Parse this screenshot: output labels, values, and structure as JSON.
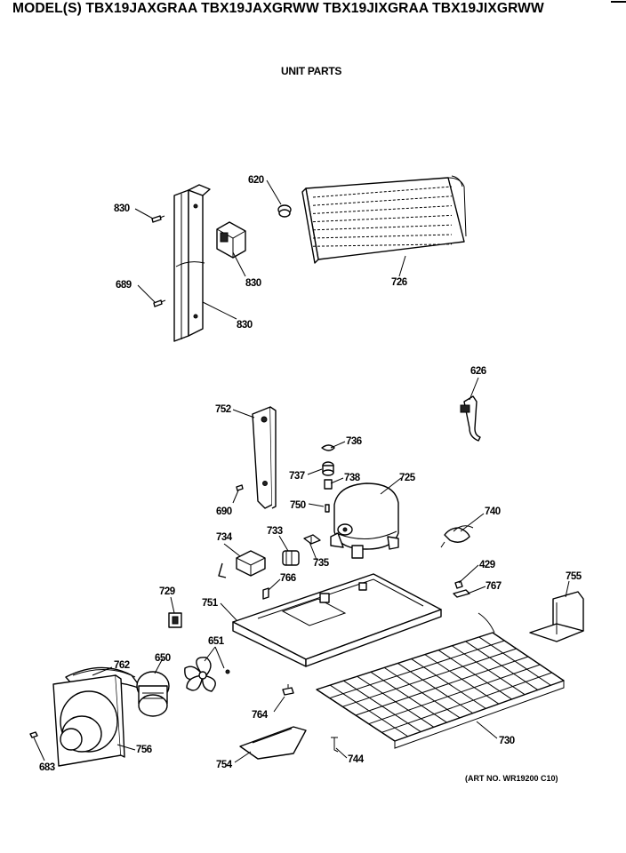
{
  "header": {
    "model_line": "MODEL(S) TBX19JAXGRAA TBX19JAXGRWW TBX19JIXGRAA TBX19JIXGRWW"
  },
  "section_title": "UNIT PARTS",
  "art_number": "(ART NO. WR19200 C10)",
  "callouts": {
    "c830a": "830",
    "c830b": "830",
    "c830c": "830",
    "c689": "689",
    "c620": "620",
    "c726": "726",
    "c626": "626",
    "c752": "752",
    "c736": "736",
    "c737": "737",
    "c738": "738",
    "c725": "725",
    "c690": "690",
    "c750": "750",
    "c740": "740",
    "c734": "734",
    "c733": "733",
    "c735": "735",
    "c429": "429",
    "c767": "767",
    "c755": "755",
    "c766": "766",
    "c729": "729",
    "c751": "751",
    "c651": "651",
    "c762": "762",
    "c650": "650",
    "c764": "764",
    "c730": "730",
    "c756": "756",
    "c683": "683",
    "c754": "754",
    "c744": "744"
  }
}
